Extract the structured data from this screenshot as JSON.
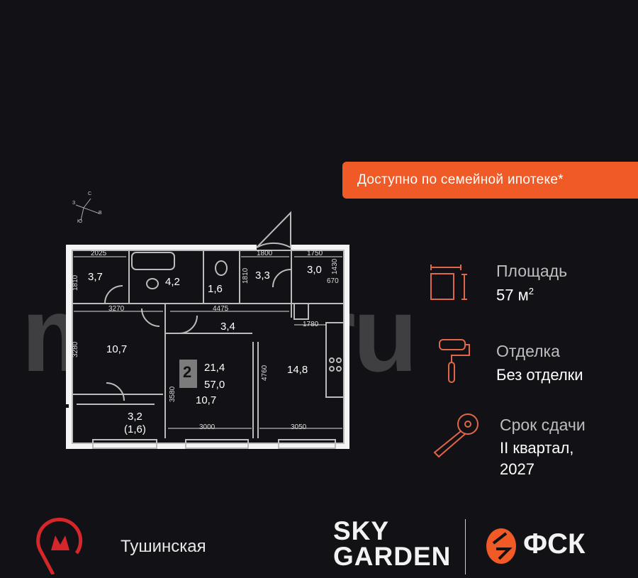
{
  "banner": {
    "text": "Доступно по семейной ипотеке*"
  },
  "watermark": "move.ru",
  "compass": {
    "n": "С",
    "w": "З",
    "e": "В",
    "s": "Ю"
  },
  "info": {
    "area_label": "Площадь",
    "area_value": "57 м",
    "area_unit_sup": "2",
    "finish_label": "Отделка",
    "finish_value": "Без отделки",
    "deadline_label": "Срок сдачи",
    "deadline_line1": "II квартал,",
    "deadline_line2": "2027"
  },
  "plan": {
    "rooms_count": "2",
    "living_area": "21,4",
    "total_area": "57,0",
    "rooms": [
      "3,7",
      "4,2",
      "1,6",
      "3,3",
      "3,0",
      "10,7",
      "3,4",
      "14,8",
      "10,7",
      "3,2",
      "(1,6)"
    ],
    "dims": [
      "2025",
      "1810",
      "3270",
      "4475",
      "1800",
      "1750",
      "1430",
      "670",
      "1780",
      "3280",
      "3580",
      "4760",
      "3000",
      "3050",
      "1810"
    ]
  },
  "footer": {
    "metro_station": "Тушинская",
    "brand_line1": "SKY",
    "brand_line2": "GARDEN",
    "developer": "ФСК"
  },
  "colors": {
    "background": "#121115",
    "accent": "#ef5a27",
    "metro_red": "#d4262b",
    "icon_stroke": "#e0674a"
  }
}
